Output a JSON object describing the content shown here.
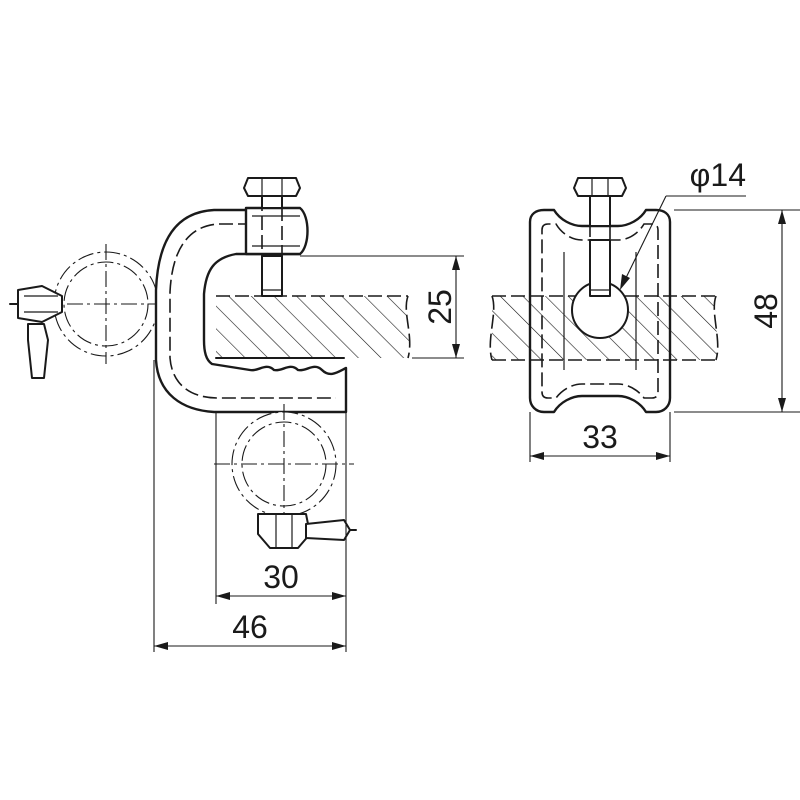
{
  "dimensions": {
    "width_46": "46",
    "width_30": "30",
    "flange_25": "25",
    "width_33": "33",
    "height_48": "48",
    "bolt_diameter": "φ14"
  }
}
